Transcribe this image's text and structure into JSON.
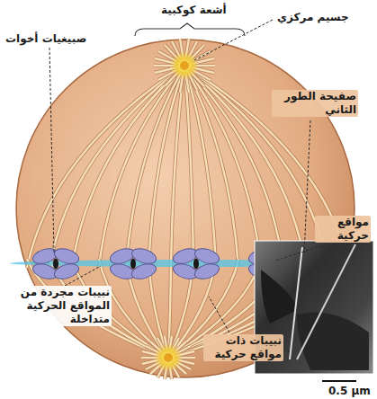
{
  "diagram": {
    "labels": [
      "أشعة كوكبية",
      "جسيم مركزي",
      "صبيغيات أخوات",
      "صفيحة الطور الثاني",
      "مواقع حركية",
      "نبيبات مجردة من المواقع الحركية متداخلة",
      "نبيبات ذات مواقع حركية",
      "0.5 µm"
    ]
  }
}
